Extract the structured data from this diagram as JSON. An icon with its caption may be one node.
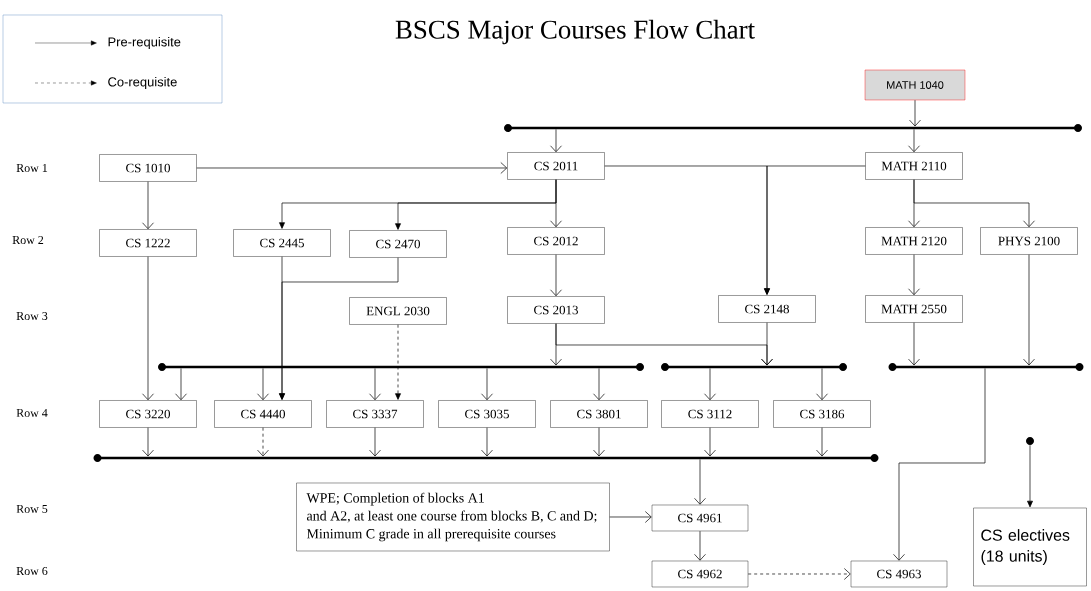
{
  "diagram": {
    "title": "BSCS Major Courses Flow Chart",
    "nodes": [
      {
        "text": [
          "MATH 1040"
        ]
      },
      {
        "text": [],
        "shape": "bar"
      },
      {
        "text": [
          "CS 1010"
        ]
      },
      {
        "text": [
          "CS 2011"
        ]
      },
      {
        "text": [
          "MATH 2110"
        ]
      },
      {
        "text": [
          "CS 1222"
        ]
      },
      {
        "text": [
          "CS 2445"
        ]
      },
      {
        "text": [
          "CS 2470"
        ]
      },
      {
        "text": [
          "CS 2012"
        ]
      },
      {
        "text": [
          "MATH 2120"
        ]
      },
      {
        "text": [
          "PHYS 2100"
        ]
      },
      {
        "text": [
          "ENGL 2030"
        ]
      },
      {
        "text": [
          "CS 2013"
        ]
      },
      {
        "text": [
          "CS 2148"
        ]
      },
      {
        "text": [
          "MATH 2550"
        ]
      },
      {
        "text": [],
        "shape": "bar"
      },
      {
        "text": [],
        "shape": "bar"
      },
      {
        "text": [],
        "shape": "bar"
      },
      {
        "text": [
          "CS 3220"
        ]
      },
      {
        "text": [
          "CS 4440"
        ]
      },
      {
        "text": [
          "CS 3337"
        ]
      },
      {
        "text": [
          "CS 3035"
        ]
      },
      {
        "text": [
          "CS 3801"
        ]
      },
      {
        "text": [
          "CS 3112"
        ]
      },
      {
        "text": [
          "CS 3186"
        ]
      },
      {
        "text": [],
        "shape": "bar"
      },
      {
        "text": [
          "WPE; Completion of blocks A1 and A2, at least one course from blocks B, C and D; Minimum C grade in all prerequisite courses"
        ]
      },
      {
        "text": [
          "CS 4961"
        ]
      },
      {
        "text": [
          "CS 4962"
        ]
      },
      {
        "text": [
          "CS 4963"
        ]
      },
      {
        "text": [],
        "shape": "circle"
      },
      {
        "text": [
          "CS electives (18 units)"
        ]
      }
    ],
    "edges": [
      {
        "from": 0,
        "to": 1,
        "arrow": "to"
      },
      {
        "from": 1,
        "to": 3,
        "arrow": "to"
      },
      {
        "from": 1,
        "to": 4,
        "arrow": "to"
      },
      {
        "from": 2,
        "to": 3,
        "arrow": "to"
      },
      {
        "from": 2,
        "to": 5,
        "arrow": "to"
      },
      {
        "from": 3,
        "to": 6,
        "arrow": "to"
      },
      {
        "from": 3,
        "to": 7,
        "arrow": "to"
      },
      {
        "from": 3,
        "to": 8,
        "arrow": "to"
      },
      {
        "from": 3,
        "to": 13,
        "arrow": "to"
      },
      {
        "from": 4,
        "to": 13,
        "arrow": "to"
      },
      {
        "from": 4,
        "to": 9,
        "arrow": "to"
      },
      {
        "from": 4,
        "to": 10,
        "arrow": "to"
      },
      {
        "from": 9,
        "to": 14,
        "arrow": "to"
      },
      {
        "from": 6,
        "to": 19,
        "arrow": "to"
      },
      {
        "from": 7,
        "to": 19,
        "arrow": "to"
      },
      {
        "from": 8,
        "to": 12,
        "arrow": "to"
      },
      {
        "from": 12,
        "to": 15,
        "arrow": "to"
      },
      {
        "from": 12,
        "to": 16,
        "arrow": "to"
      },
      {
        "from": 13,
        "to": 16,
        "arrow": "to"
      },
      {
        "from": 14,
        "to": 17,
        "arrow": "to"
      },
      {
        "from": 10,
        "to": 17,
        "arrow": "to"
      },
      {
        "from": 5,
        "to": 18,
        "arrow": "to"
      },
      {
        "from": 15,
        "to": 18,
        "arrow": "to"
      },
      {
        "from": 15,
        "to": 19,
        "arrow": "to"
      },
      {
        "from": 15,
        "to": 20,
        "arrow": "to"
      },
      {
        "from": 11,
        "to": 20,
        "arrow": "to",
        "style": "dashed"
      },
      {
        "from": 15,
        "to": 21,
        "arrow": "to"
      },
      {
        "from": 15,
        "to": 22,
        "arrow": "to"
      },
      {
        "from": 16,
        "to": 23,
        "arrow": "to"
      },
      {
        "from": 16,
        "to": 24,
        "arrow": "to"
      },
      {
        "from": 18,
        "to": 25,
        "arrow": "to"
      },
      {
        "from": 19,
        "to": 25,
        "arrow": "to",
        "style": "dashed"
      },
      {
        "from": 20,
        "to": 25,
        "arrow": "to"
      },
      {
        "from": 21,
        "to": 25,
        "arrow": "to"
      },
      {
        "from": 22,
        "to": 25,
        "arrow": "to"
      },
      {
        "from": 23,
        "to": 25,
        "arrow": "to"
      },
      {
        "from": 24,
        "to": 25,
        "arrow": "to"
      },
      {
        "from": 25,
        "to": 27,
        "arrow": "to"
      },
      {
        "from": 26,
        "to": 27,
        "arrow": "to"
      },
      {
        "from": 27,
        "to": 28,
        "arrow": "to"
      },
      {
        "from": 28,
        "to": 29,
        "arrow": "to",
        "style": "dashed"
      },
      {
        "from": 17,
        "to": 29,
        "arrow": "to"
      },
      {
        "from": 30,
        "to": 31,
        "arrow": "to"
      }
    ],
    "labels": [
      "Row 1",
      "Row 2",
      "Row 3",
      "Row 4",
      "Row 5",
      "Row 6"
    ],
    "legend": [
      {
        "text": "Pre-requisite"
      },
      {
        "text": "Co-requisite"
      }
    ]
  }
}
